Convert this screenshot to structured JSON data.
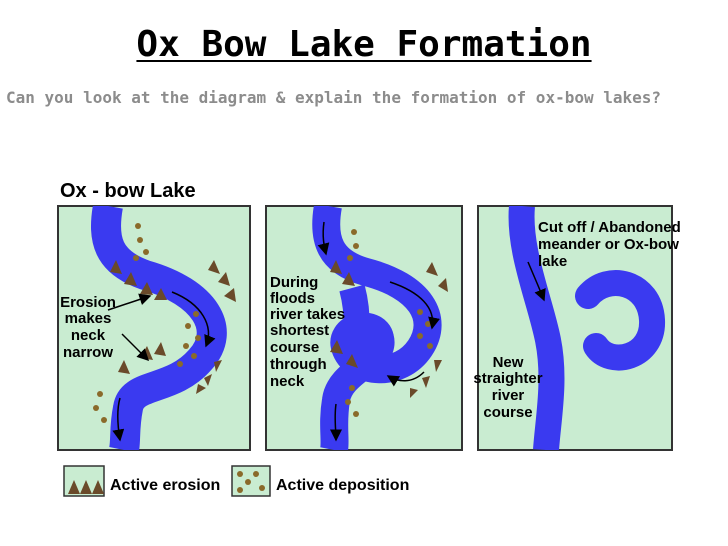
{
  "page": {
    "title": "Ox Bow Lake Formation",
    "question": "Can you look at the diagram & explain the formation of ox-bow lakes?"
  },
  "diagram": {
    "heading": "Ox - bow Lake",
    "panel1_label": [
      "Erosion",
      "makes",
      "neck",
      "narrow"
    ],
    "panel2_label": [
      "During",
      "floods",
      "river takes",
      "shortest",
      "course",
      "through",
      "neck"
    ],
    "panel3_label_top": [
      "Cut off / Abandoned",
      "meander or Ox-bow",
      "lake"
    ],
    "panel3_label_bottom": [
      "New",
      "straighter",
      "river",
      "course"
    ],
    "legend": {
      "erosion": "Active erosion",
      "deposition": "Active deposition"
    },
    "colors": {
      "land": "#c9ecd1",
      "river": "#3a3af0",
      "erosion": "#6a4a2a",
      "deposition": "#8a6a2a",
      "border": "#333333"
    }
  }
}
